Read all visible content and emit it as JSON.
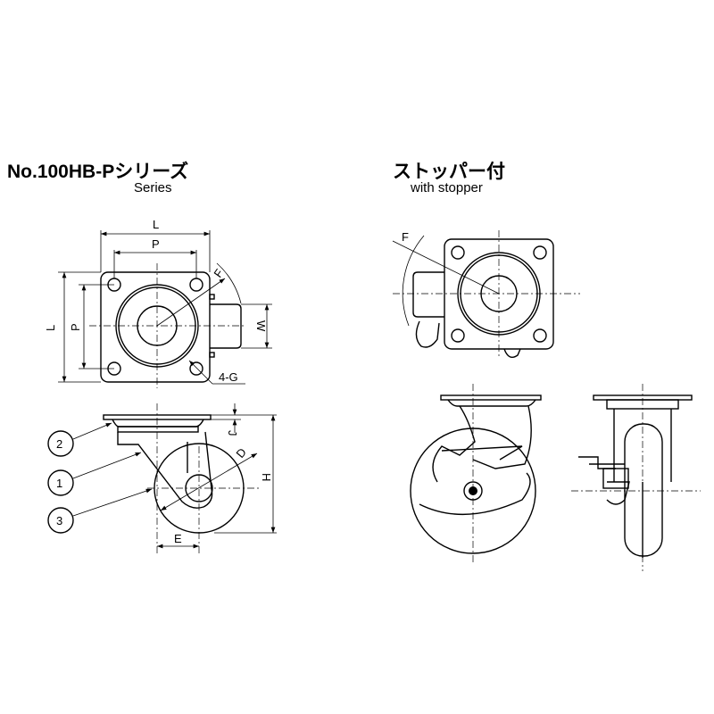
{
  "left": {
    "title": "No.100HB-Pシリーズ",
    "subtitle": "Series",
    "dims": {
      "L_top": "L",
      "P_top": "P",
      "L_side": "L",
      "P_side": "P",
      "F": "F",
      "W": "W",
      "G": "4-G",
      "J": "J",
      "D": "D",
      "H": "H",
      "E": "E"
    },
    "parts": [
      "2",
      "1",
      "3"
    ]
  },
  "right": {
    "title": "ストッパー付",
    "subtitle": "with stopper",
    "dims": {
      "F": "F"
    }
  }
}
